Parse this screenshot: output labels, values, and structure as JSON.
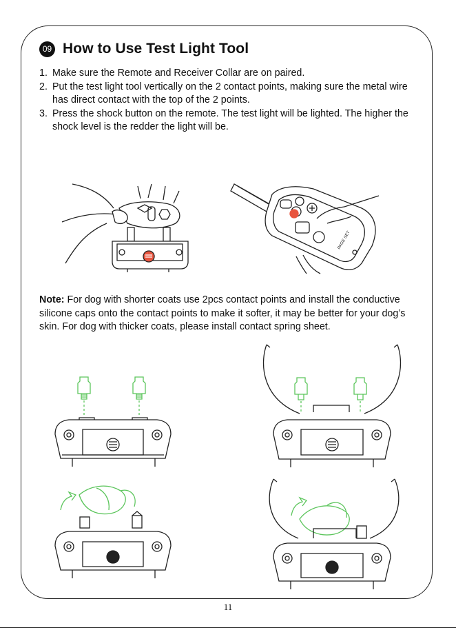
{
  "page": {
    "badge": "09",
    "title": "How to Use Test Light Tool",
    "steps": [
      {
        "num": "1.",
        "text": "Make sure the Remote and Receiver Collar are on paired."
      },
      {
        "num": "2.",
        "text": "Put the test light tool vertically on the 2 contact points, making sure the metal wire has direct contact with the top of the 2 points."
      },
      {
        "num": "3.",
        "text": "Press the shock button on the remote. The test light will be lighted. The higher the shock level is the redder the light will be."
      }
    ],
    "note_label": "Note:",
    "note_text": " For dog with shorter coats use 2pcs contact points and install the conductive silicone caps onto the contact points to make it softer, it may be better for your dog’s skin. For dog with thicker coats, please install contact spring sheet.",
    "page_number": "11",
    "remote_label": "PAGE SET",
    "colors": {
      "accent_green": "#5cc55c",
      "shock_red": "#e8553f"
    }
  }
}
